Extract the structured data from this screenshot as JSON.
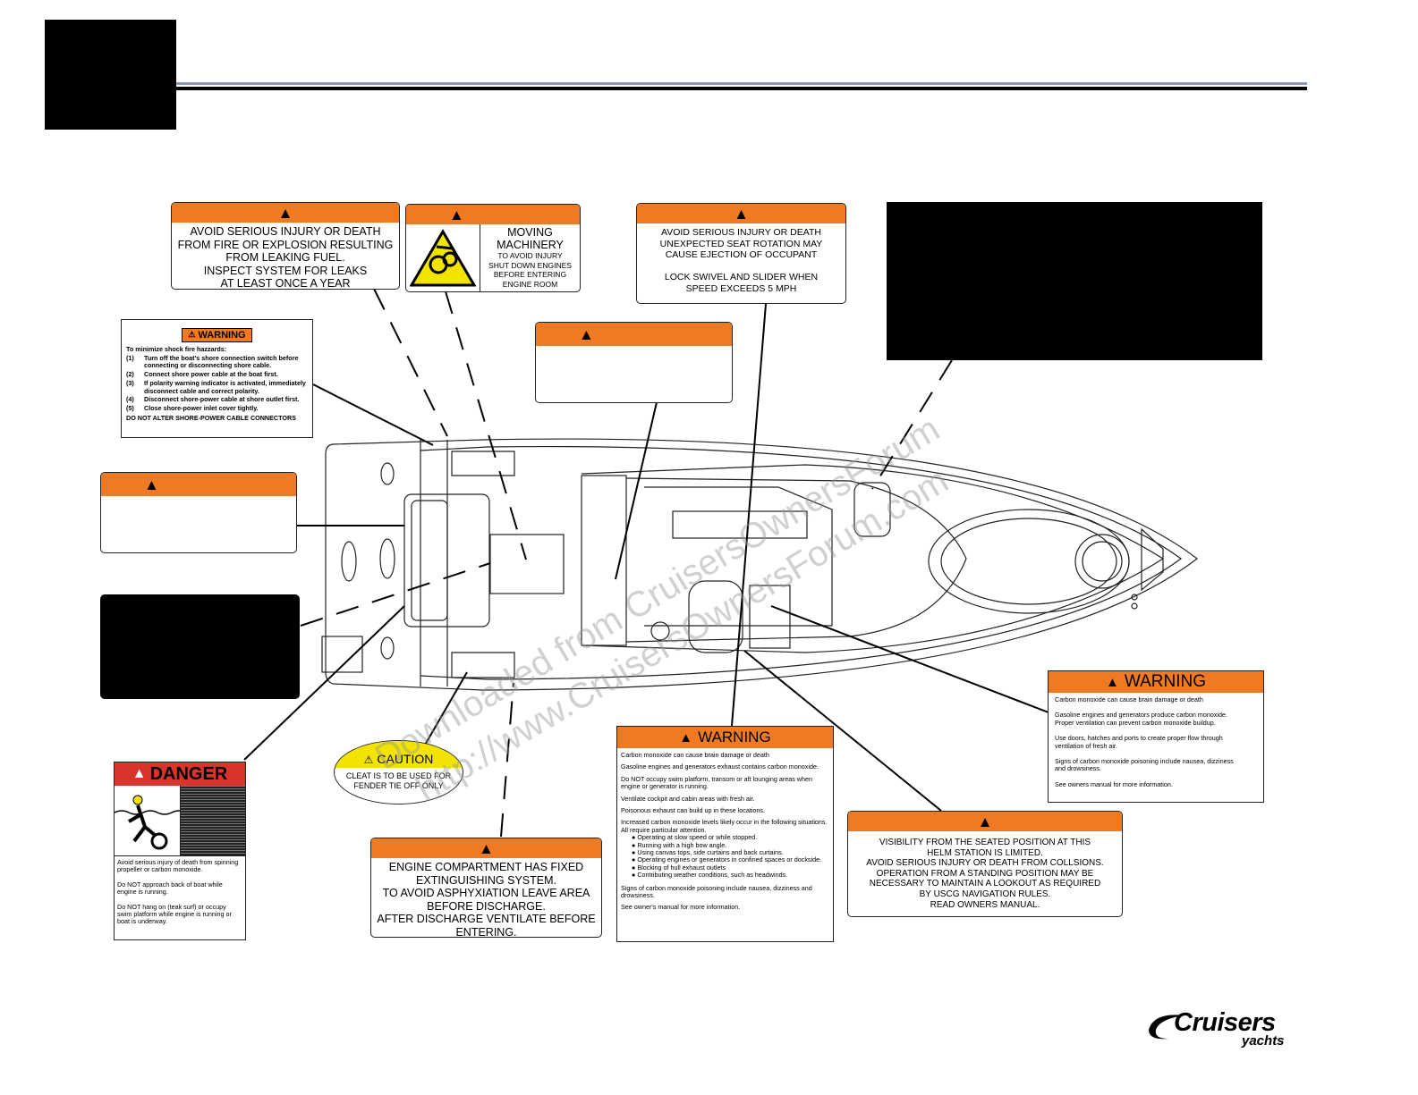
{
  "colors": {
    "orange": "#ef7a22",
    "danger_red": "#d9342b",
    "caution_yellow": "#f2e400",
    "header_rule": "#3d4a7a"
  },
  "icons": [
    "warning-triangle-icon",
    "moving-machinery-icon",
    "drowning-person-icon",
    "cruisers-logo"
  ],
  "labels": {
    "fuel": {
      "text": "AVOID SERIOUS INJURY OR DEATH\nFROM FIRE OR EXPLOSION RESULTING\nFROM LEAKING FUEL.\nINSPECT SYSTEM FOR LEAKS\nAT LEAST ONCE A YEAR"
    },
    "machinery": {
      "title": "MOVING\nMACHINERY",
      "text": "TO AVOID INJURY\nSHUT DOWN ENGINES\nBEFORE ENTERING\nENGINE ROOM"
    },
    "seat": {
      "text": "AVOID SERIOUS INJURY OR DEATH\nUNEXPECTED SEAT ROTATION MAY\nCAUSE EJECTION OF OCCUPANT\n\nLOCK SWIVEL AND SLIDER WHEN\nSPEED EXCEEDS 5 MPH"
    },
    "shore": {
      "header": "WARNING",
      "intro": "To minimize shock fire hazzards:",
      "items": [
        {
          "n": "(1)",
          "t": "Turn off the boat's shore connection switch before connecting or disconnecting shore cable."
        },
        {
          "n": "(2)",
          "t": "Connect shore power cable at the boat first."
        },
        {
          "n": "(3)",
          "t": "If polarity warning indicator is activated, immediately disconnect cable and correct polarity."
        },
        {
          "n": "(4)",
          "t": "Disconnect shore-power cable at shore outlet first."
        },
        {
          "n": "(5)",
          "t": "Close shore-power inlet cover tightly."
        }
      ],
      "footer": "DO NOT ALTER SHORE-POWER CABLE CONNECTORS"
    },
    "danger": {
      "header": "DANGER",
      "lines": [
        "Avoid serious injury of death from spinning propeller or carbon monoxide.",
        "Do NOT approach back of boat while engine is running.",
        "Do NOT hang on (teak surf) or occupy swim platform while engine is running or boat is underway."
      ]
    },
    "caution": {
      "header": "CAUTION",
      "text": "CLEAT IS TO BE USED FOR\nFENDER TIE OFF ONLY"
    },
    "engine": {
      "text": "ENGINE COMPARTMENT HAS FIXED\nEXTINGUISHING SYSTEM.\nTO AVOID ASPHYXIATION LEAVE AREA\nBEFORE DISCHARGE.\nAFTER DISCHARGE VENTILATE BEFORE\nENTERING."
    },
    "co_center": {
      "header": "WARNING",
      "lines": [
        "Carbon monoxide can cause brain damage or death",
        "Gasoline  engines and generators exhaust contains carbon monoxide.",
        "Do NOT occupy swim platform, transom or aft lounging areas when engine or generator is running.",
        "Ventilate cockpit and cabin areas with fresh air.",
        "Poisonous exhaust can build up in these locations.",
        "Increased carbon monoxide levels likely occur in the following situations.  All require particular attention."
      ],
      "bullets": [
        "Operating at slow speed or while stopped.",
        "Running with a high bow angle.",
        "Using canvas tops, side curtains and back curtains.",
        "Operating engines or generators in confined spaces or dockside.",
        "Blocking of hull exhaust outlets",
        "Contributing weather conditions, such as headwinds."
      ],
      "tail": [
        "Signs of carbon monoxide poisoning include nausea, dizziness and drowsiness.",
        "See owner's manual for more information."
      ]
    },
    "co_right": {
      "header": "WARNING",
      "lines": [
        "Carbon monoxide can cause brain damage or death",
        "Gasoline engines and generators produce carbon monoxide.\nProper ventilation can prevent carbon monoxide buildup.",
        "Use doors, hatches and ports to create proper flow through\nventilation of fresh air.",
        "Signs of carbon monoxide poisoning include nausea, dizziness\nand drowsiness.",
        "See owners manual for more information."
      ]
    },
    "visibility": {
      "text": "VISIBILITY FROM THE SEATED POSITION AT THIS\nHELM STATION IS LIMITED.\nAVOID SERIOUS INJURY OR DEATH FROM COLLSIONS.\nOPERATION FROM A STANDING POSITION MAY BE\nNECESSARY TO MAINTAIN A LOOKOUT AS REQUIRED\nBY USCG NAVIGATION RULES.\nREAD OWNERS MANUAL."
    }
  },
  "watermark": {
    "line1": "Downloaded from CruisersOwnersForum",
    "line2": "http://www.CruisersOwnersForum.com"
  },
  "logo": {
    "brand": "Cruisers",
    "sub": "yachts"
  }
}
